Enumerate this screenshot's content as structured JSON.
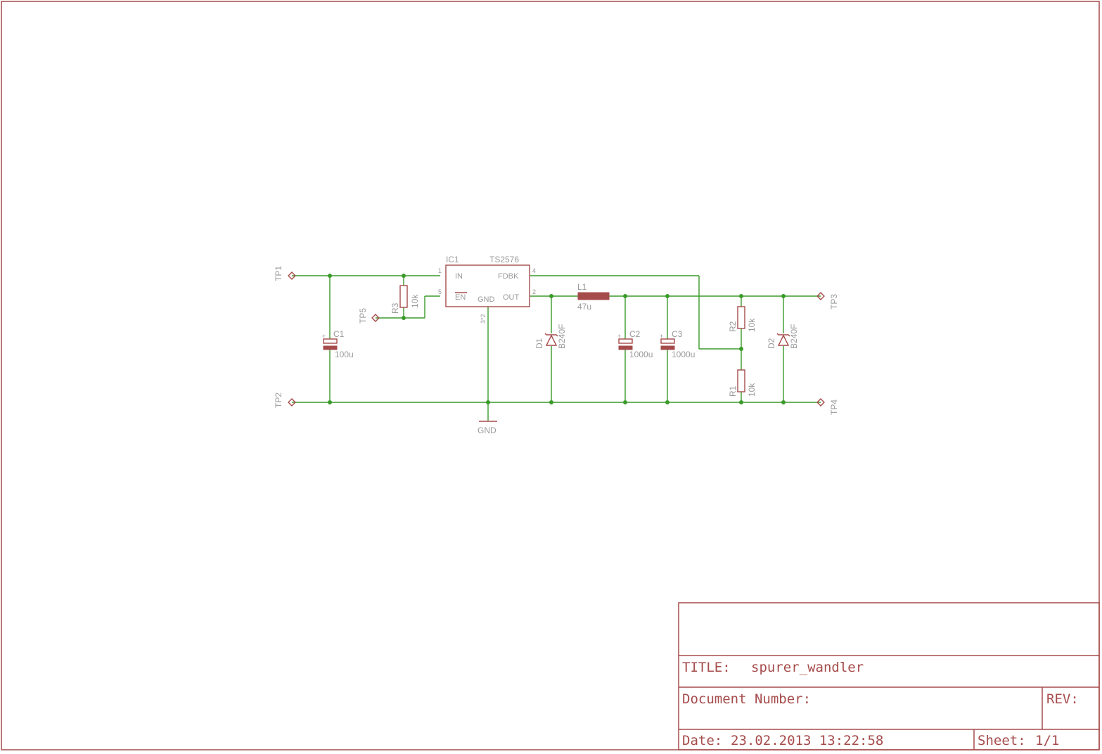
{
  "colors": {
    "frame": "#a64b4b",
    "wire": "#3a9a2a",
    "label": "#9a9a9a"
  },
  "parts": {
    "ic1": {
      "name": "IC1",
      "value": "TS2576",
      "pins": {
        "in": "IN",
        "en": "EN",
        "gnd": "GND",
        "fdbk": "FDBK",
        "out": "OUT",
        "n1": "1",
        "n5": "5",
        "n4": "4",
        "n2": "2",
        "n3": "3*2"
      }
    },
    "c1": {
      "name": "C1",
      "value": "100u"
    },
    "c2": {
      "name": "C2",
      "value": "1000u"
    },
    "c3": {
      "name": "C3",
      "value": "1000u"
    },
    "r1": {
      "name": "R1",
      "value": "10k"
    },
    "r2": {
      "name": "R2",
      "value": "10k"
    },
    "r3": {
      "name": "R3",
      "value": "10k"
    },
    "l1": {
      "name": "L1",
      "value": "47u"
    },
    "d1": {
      "name": "D1",
      "value": "B240F"
    },
    "d2": {
      "name": "D2",
      "value": "B240F"
    },
    "gnd": {
      "name": "GND"
    },
    "tp1": "TP1",
    "tp2": "TP2",
    "tp3": "TP3",
    "tp4": "TP4",
    "tp5": "TP5"
  },
  "titleblock": {
    "title_label": "TITLE:",
    "title": "spurer_wandler",
    "docnum_label": "Document Number:",
    "rev_label": "REV:",
    "date_label": "Date:",
    "date": "23.02.2013 13:22:58",
    "sheet_label": "Sheet:",
    "sheet": "1/1"
  }
}
